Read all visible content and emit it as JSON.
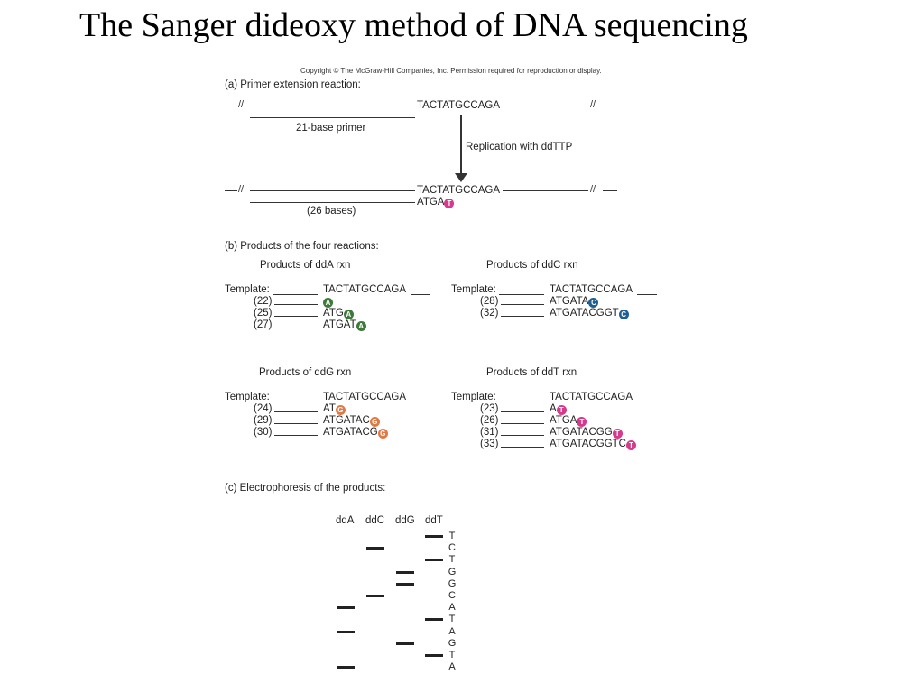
{
  "title": "The Sanger dideoxy method of DNA sequencing",
  "copyright": "Copyright © The McGraw-Hill Companies, Inc. Permission required for reproduction or display.",
  "part_a": {
    "heading": "(a) Primer extension reaction:",
    "template_seq": "TACTATGCCAGA",
    "primer_label": "21-base primer",
    "replication_label": "Replication with ddTTP",
    "product_seq": "ATGA",
    "product_terminal": "T",
    "product_label": "(26 bases)",
    "break_mark": "//"
  },
  "part_b": {
    "heading": "(b) Products of the four reactions:",
    "template_label": "Template:",
    "template_seq": "TACTATGCCAGA",
    "colors": {
      "A": "#3d7a3a",
      "C": "#1f5f94",
      "G": "#e07a45",
      "T": "#d63a8c"
    },
    "reactions": [
      {
        "title": "Products of ddA rxn",
        "base": "A",
        "products": [
          {
            "len": "(22)",
            "seq": ""
          },
          {
            "len": "(25)",
            "seq": "ATG"
          },
          {
            "len": "(27)",
            "seq": "ATGAT"
          }
        ]
      },
      {
        "title": "Products of ddC rxn",
        "base": "C",
        "products": [
          {
            "len": "(28)",
            "seq": "ATGATA"
          },
          {
            "len": "(32)",
            "seq": "ATGATACGGT"
          }
        ]
      },
      {
        "title": "Products of ddG rxn",
        "base": "G",
        "products": [
          {
            "len": "(24)",
            "seq": "AT"
          },
          {
            "len": "(29)",
            "seq": "ATGATAC"
          },
          {
            "len": "(30)",
            "seq": "ATGATACG"
          }
        ]
      },
      {
        "title": "Products of ddT rxn",
        "base": "T",
        "products": [
          {
            "len": "(23)",
            "seq": "A"
          },
          {
            "len": "(26)",
            "seq": "ATGA"
          },
          {
            "len": "(31)",
            "seq": "ATGATACGG"
          },
          {
            "len": "(33)",
            "seq": "ATGATACGGTC"
          }
        ]
      }
    ]
  },
  "part_c": {
    "heading": "(c) Electrophoresis of the products:",
    "lanes": [
      "ddA",
      "ddC",
      "ddG",
      "ddT"
    ],
    "sequence_read": [
      "T",
      "C",
      "T",
      "G",
      "G",
      "C",
      "A",
      "T",
      "A",
      "G",
      "T",
      "A"
    ]
  }
}
